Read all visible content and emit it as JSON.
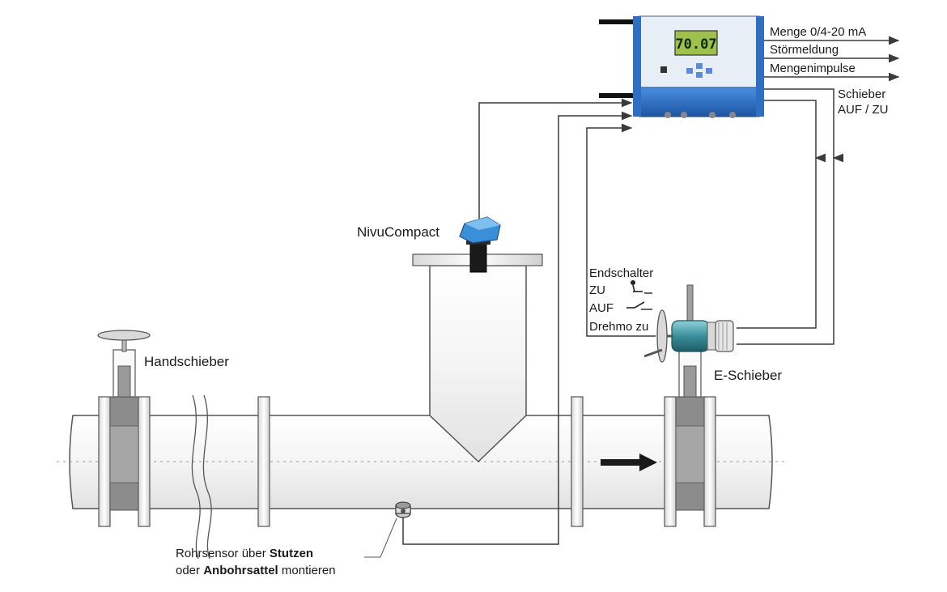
{
  "labels": {
    "handschieber": "Handschieber",
    "nivucompact": "NivuCompact",
    "eschieber": "E-Schieber",
    "endschalter": "Endschalter",
    "zu": "ZU",
    "auf": "AUF",
    "drehmo": "Drehmo zu",
    "rohrsensor_1a": "Rohrsensor über ",
    "rohrsensor_1b": "Stutzen",
    "rohrsensor_2a": "oder ",
    "rohrsensor_2b": "Anbohrsattel",
    "rohrsensor_2c": " montieren"
  },
  "outputs": {
    "menge": "Menge 0/4-20 mA",
    "stoermeldung": "Störmeldung",
    "mengenimpulse": "Mengenimpulse",
    "schieber_1": "Schieber",
    "schieber_2": "AUF / ZU"
  },
  "controller": {
    "display_value": "70.07"
  },
  "colors": {
    "controller_blue": "#2a6fc0",
    "pipe_fill": "#f2f2f2",
    "flange_gray": "#8c8c8c",
    "actuator_teal": "#3a8f9a"
  }
}
